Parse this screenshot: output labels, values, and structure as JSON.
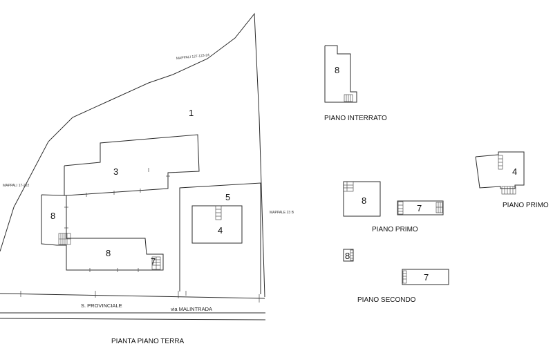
{
  "site_plan": {
    "title": "PIANTA PIANO TERRA",
    "lot_number": "1",
    "buildings": {
      "b3": "3",
      "b8_west": "8",
      "b8_south": "8",
      "b7": "7",
      "b5": "5",
      "b4": "4"
    },
    "parcel_labels": {
      "north": "MAPPALI 127-123-24",
      "west": "MAPPALI 17-222",
      "east": "MAPPALE 23 B"
    },
    "roads": {
      "provincial": "S. PROVINCIALE",
      "street": "via MALINTRADA"
    }
  },
  "floor_plans": {
    "interrato": {
      "label": "PIANO INTERRATO",
      "unit": "8"
    },
    "primo_center": {
      "label": "PIANO PRIMO",
      "unit_8": "8",
      "unit_7": "7"
    },
    "primo_right": {
      "label": "PIANO PRIMO",
      "unit_4": "4"
    },
    "secondo": {
      "label": "PIANO SECONDO",
      "unit_8": "8",
      "unit_7": "7"
    }
  }
}
